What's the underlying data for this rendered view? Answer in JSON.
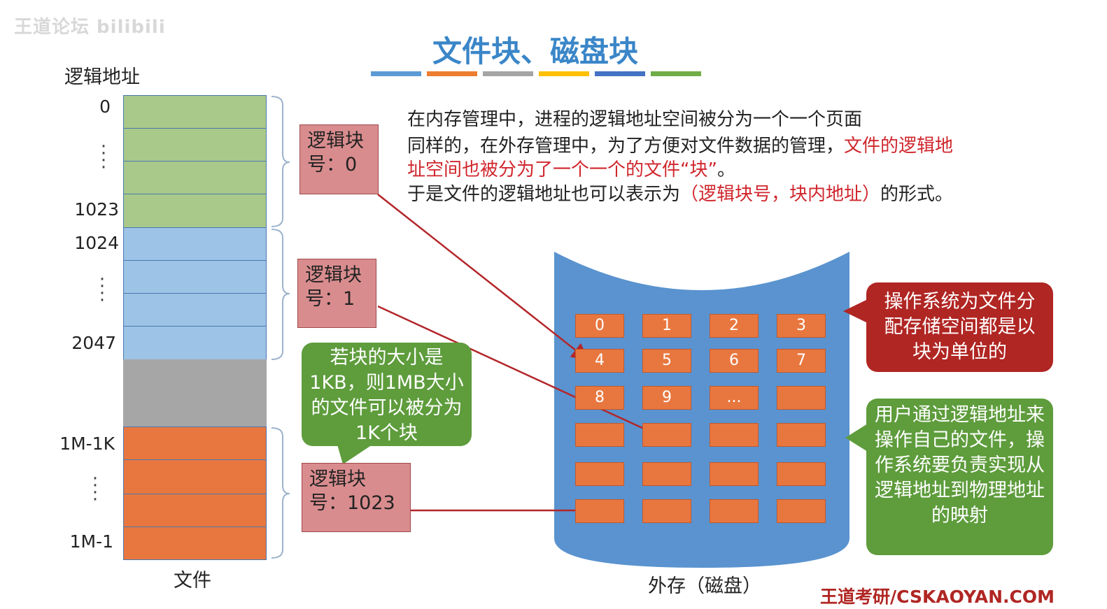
{
  "watermark": "王道论坛 bilibili",
  "title": "文件块、磁盘块",
  "colors": {
    "accent_bars": [
      "#5b9bd5",
      "#ed7d31",
      "#a5a5a5",
      "#ffc000",
      "#4472c4",
      "#70ad47"
    ],
    "red_text": "#d0262d",
    "green_block": "#a9c98a",
    "blue_block": "#9dc3e6",
    "gray_block": "#a6a6a6",
    "orange_block": "#e8773f",
    "disk_fill": "#5a93cf",
    "logical_box": "#d98c8e",
    "bubble_red": "#b02623",
    "bubble_green": "#5e9c3c",
    "arrow": "#b3262a"
  },
  "file": {
    "column_label": "逻辑地址",
    "addresses": [
      "0",
      "1023",
      "1024",
      "2047",
      "1M-1K",
      "1M-1"
    ],
    "caption": "文件"
  },
  "logical_blocks": [
    "逻辑块号：0",
    "逻辑块号：1",
    "逻辑块号：1023"
  ],
  "description": {
    "line1": "在内存管理中，进程的逻辑地址空间被分为一个一个页面",
    "line2_prefix": "同样的，在外存管理中，为了方便对文件数据的管理，",
    "line2_red": "文件的逻辑地",
    "line3_red": "址空间也被分为了一个一个的文件“块”",
    "line3_suffix": "。",
    "line4_prefix": "于是文件的逻辑地址也可以表示为",
    "line4_red": "（逻辑块号，块内地址）",
    "line4_suffix": "的形式。"
  },
  "callouts": {
    "block_size": "若块的大小是1KB，则1MB大小的文件可以被分为1K个块",
    "os_alloc": "操作系统为文件分配存储空间都是以块为单位的",
    "user_map": "用户通过逻辑地址来操作自己的文件，操作系统要负责实现从逻辑地址到物理地址的映射"
  },
  "disk": {
    "tiles": [
      "0",
      "1",
      "2",
      "3",
      "4",
      "5",
      "6",
      "7",
      "8",
      "9",
      "...",
      "",
      "",
      "",
      "",
      "",
      "",
      "",
      "",
      "",
      "",
      "",
      "",
      ""
    ],
    "caption": "外存（磁盘）"
  },
  "footer": "王道考研/CSKAOYAN.COM"
}
